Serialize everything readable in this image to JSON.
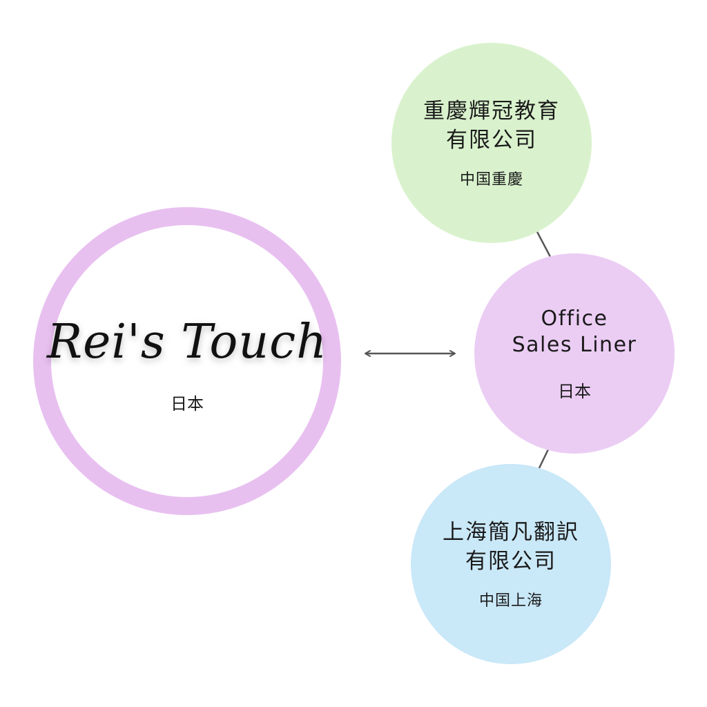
{
  "main": {
    "brand": "Rei's Touch",
    "country": "日本"
  },
  "partners": {
    "chongqing": {
      "name_line1": "重慶輝冠教育",
      "name_line2": "有限公司",
      "location": "中国重慶",
      "color": "#d9f2cd"
    },
    "office": {
      "name_line1": "Office",
      "name_line2": "Sales Liner",
      "location": "日本",
      "color": "#ebcdf4"
    },
    "shanghai": {
      "name_line1": "上海簡凡翻訳",
      "name_line2": "有限公司",
      "location": "中国上海",
      "color": "#c9e8f8"
    }
  },
  "colors": {
    "main_ring": "#e8c0f0",
    "arrow": "#555555"
  }
}
